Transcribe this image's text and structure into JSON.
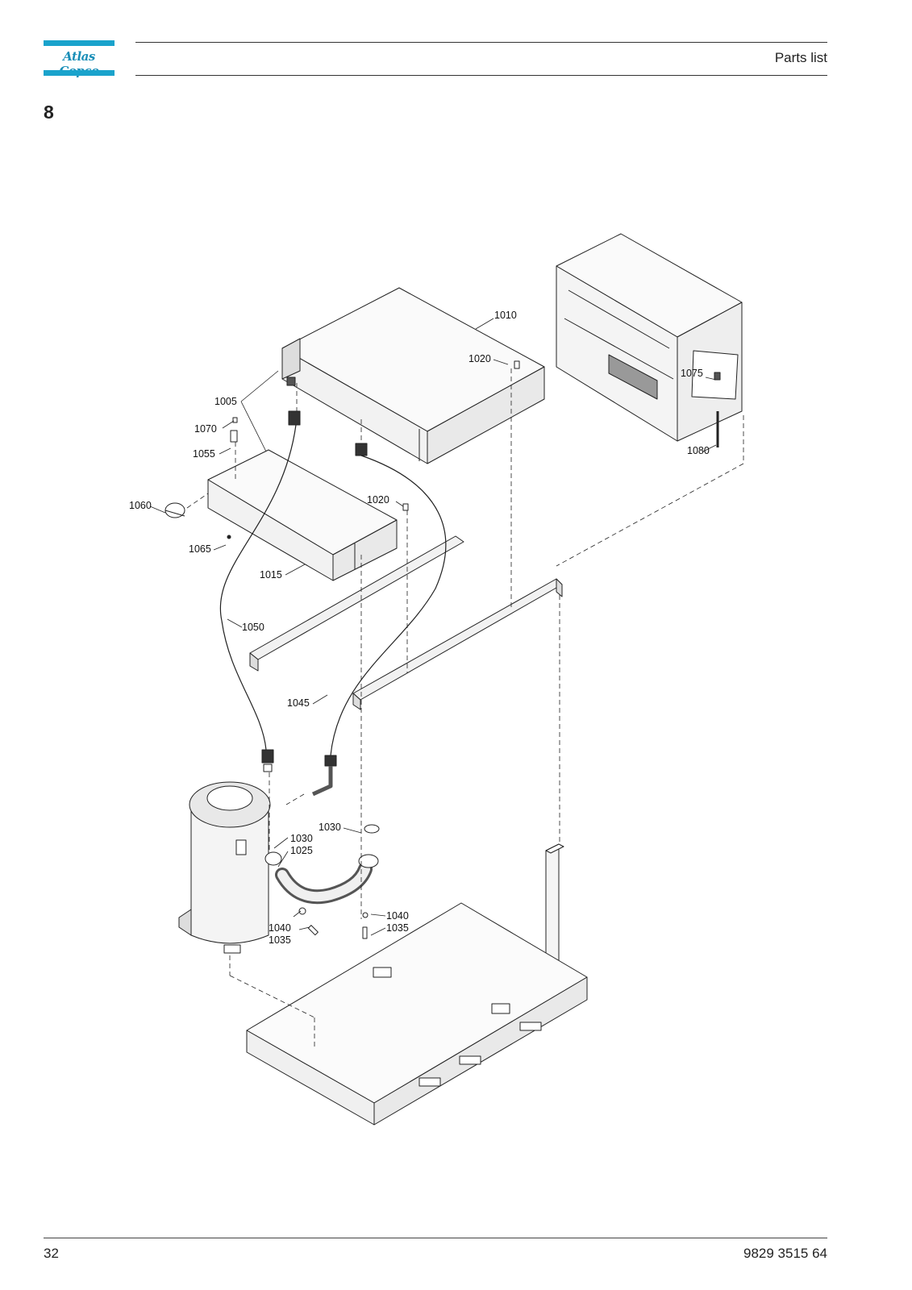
{
  "header": {
    "logo_text": "Atlas Copco",
    "title": "Parts list"
  },
  "section": {
    "number": "8"
  },
  "drawing": {
    "callouts": [
      {
        "id": "c1010",
        "label": "1010"
      },
      {
        "id": "c1020a",
        "label": "1020"
      },
      {
        "id": "c1005",
        "label": "1005"
      },
      {
        "id": "c1070",
        "label": "1070"
      },
      {
        "id": "c1055",
        "label": "1055"
      },
      {
        "id": "c1060",
        "label": "1060"
      },
      {
        "id": "c1020b",
        "label": "1020"
      },
      {
        "id": "c1065",
        "label": "1065"
      },
      {
        "id": "c1015",
        "label": "1015"
      },
      {
        "id": "c1050",
        "label": "1050"
      },
      {
        "id": "c1045",
        "label": "1045"
      },
      {
        "id": "c1075",
        "label": "1075"
      },
      {
        "id": "c1080",
        "label": "1080"
      },
      {
        "id": "c1030a",
        "label": "1030"
      },
      {
        "id": "c1030b",
        "label": "1030"
      },
      {
        "id": "c1025",
        "label": "1025"
      },
      {
        "id": "c1040a",
        "label": "1040"
      },
      {
        "id": "c1035a",
        "label": "1035"
      },
      {
        "id": "c1040b",
        "label": "1040"
      },
      {
        "id": "c1035b",
        "label": "1035"
      }
    ]
  },
  "footer": {
    "page_number": "32",
    "doc_number": "9829 3515 64"
  }
}
